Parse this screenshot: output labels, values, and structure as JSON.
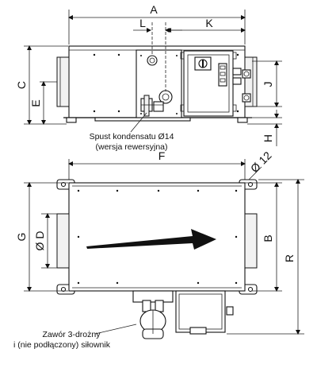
{
  "dimensions": {
    "A": "A",
    "L": "L",
    "K": "K",
    "C": "C",
    "E": "E",
    "J": "J",
    "H": "H",
    "F": "F",
    "hole": "Ø 12",
    "G": "G",
    "D": "Ø D",
    "B": "B",
    "R": "R"
  },
  "notes": {
    "drain_line1": "Spust kondensatu Ø14",
    "drain_line2": "(wersja rewersyjna)",
    "valve_line1": "Zawór 3-drożny",
    "valve_line2": "i (nie podłączony) siłownik"
  }
}
